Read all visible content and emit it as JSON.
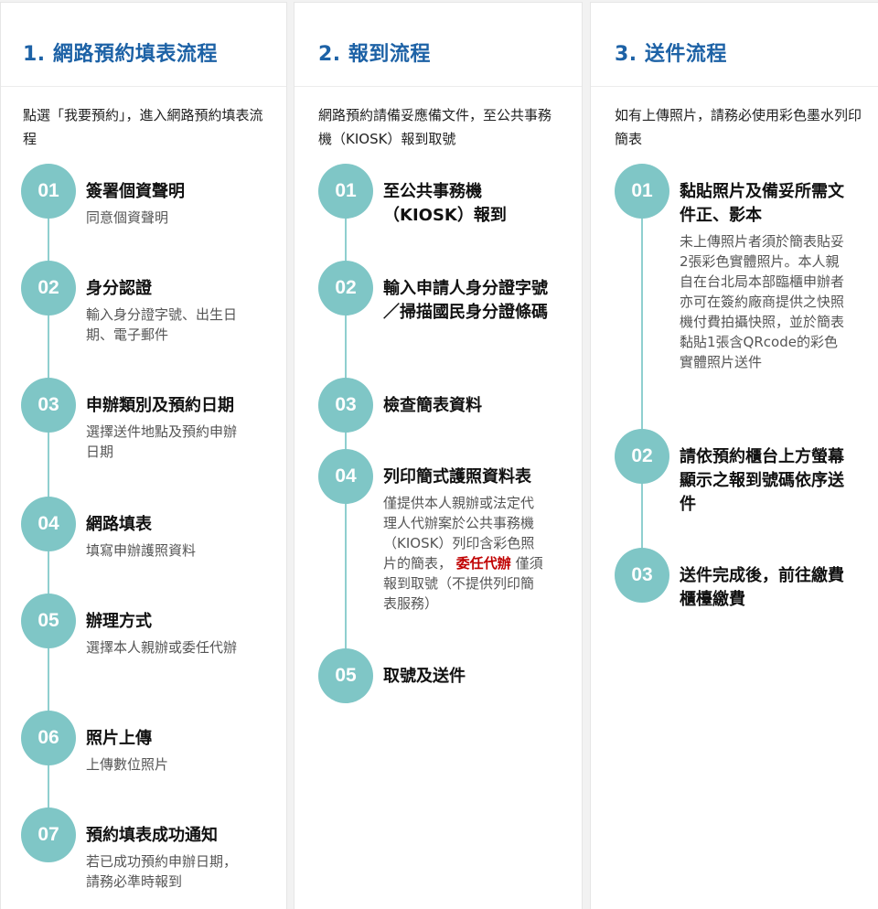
{
  "columns": [
    {
      "title": "1. 網路預約填表流程",
      "intro": "點選「我要預約」，進入網路預約填表流程",
      "steps": [
        {
          "num": "01",
          "title": "簽署個資聲明",
          "desc": "同意個資聲明"
        },
        {
          "num": "02",
          "title": "身分認證",
          "desc": "輸入身分證字號、出生日期、電子郵件"
        },
        {
          "num": "03",
          "title": "申辦類別及預約日期",
          "desc": "選擇送件地點及預約申辦日期"
        },
        {
          "num": "04",
          "title": "網路填表",
          "desc": "填寫申辦護照資料"
        },
        {
          "num": "05",
          "title": "辦理方式",
          "desc": "選擇本人親辦或委任代辦"
        },
        {
          "num": "06",
          "title": "照片上傳",
          "desc": "上傳數位照片"
        },
        {
          "num": "07",
          "title": "預約填表成功通知",
          "desc": "若已成功預約申辦日期，請務必準時報到"
        }
      ]
    },
    {
      "title": "2. 報到流程",
      "intro": "網路預約請備妥應備文件，至公共事務機（KIOSK）報到取號",
      "steps": [
        {
          "num": "01",
          "title": "至公共事務機（KIOSK）報到",
          "desc": ""
        },
        {
          "num": "02",
          "title": "輸入申請人身分證字號／掃描國民身分證條碼",
          "desc": ""
        },
        {
          "num": "03",
          "title": "檢查簡表資料",
          "desc": ""
        },
        {
          "num": "04",
          "title": "列印簡式護照資料表",
          "desc_before": "僅提供本人親辦或法定代理人代辦案於公共事務機（KIOSK）列印含彩色照片的簡表，",
          "desc_highlight": "委任代辦",
          "desc_after": "僅須報到取號（不提供列印簡表服務）"
        },
        {
          "num": "05",
          "title": "取號及送件",
          "desc": ""
        }
      ]
    },
    {
      "title": "3. 送件流程",
      "intro": "如有上傳照片，請務必使用彩色墨水列印簡表",
      "steps": [
        {
          "num": "01",
          "title": "黏貼照片及備妥所需文件正、影本",
          "desc": "未上傳照片者須於簡表貼妥2張彩色實體照片。本人親自在台北局本部臨櫃申辦者亦可在簽約廠商提供之快照機付費拍攝快照，並於簡表黏貼1張含QRcode的彩色實體照片送件"
        },
        {
          "num": "02",
          "title": "請依預約櫃台上方螢幕顯示之報到號碼依序送件",
          "desc": ""
        },
        {
          "num": "03",
          "title": "送件完成後，前往繳費櫃檯繳費",
          "desc": ""
        }
      ]
    }
  ],
  "colors": {
    "title_blue": "#1d62a6",
    "circle_teal": "#7fc6c6",
    "highlight_red": "#c00000"
  }
}
